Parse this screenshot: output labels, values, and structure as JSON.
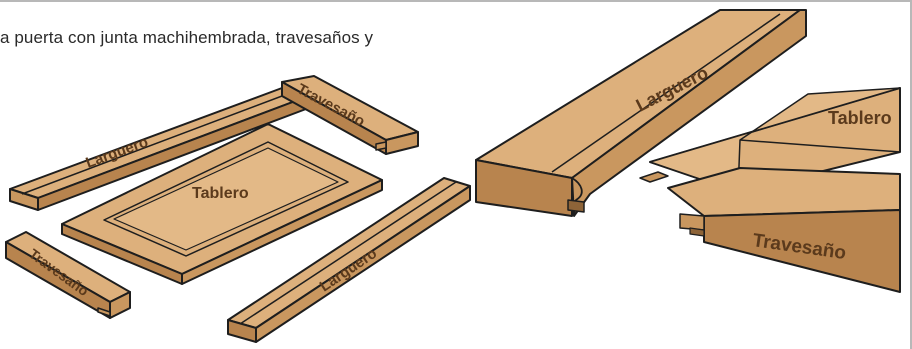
{
  "caption": "a puerta con junta machihembrada, travesaños y",
  "labels": {
    "top_rail": "Travesaño",
    "left_stile": "Larguero",
    "panel": "Tablero",
    "bottom_rail": "Travesaño",
    "right_stile": "Larguero",
    "detail_stile": "Larguero",
    "detail_panel": "Tablero",
    "detail_rail": "Travesaño"
  },
  "colors": {
    "wood_top": "#ddb07c",
    "wood_side": "#c9975f",
    "wood_dark": "#b8844e",
    "outline": "#1e1e1e",
    "label": "#5b3a1c",
    "border": "#b8b8b8"
  }
}
